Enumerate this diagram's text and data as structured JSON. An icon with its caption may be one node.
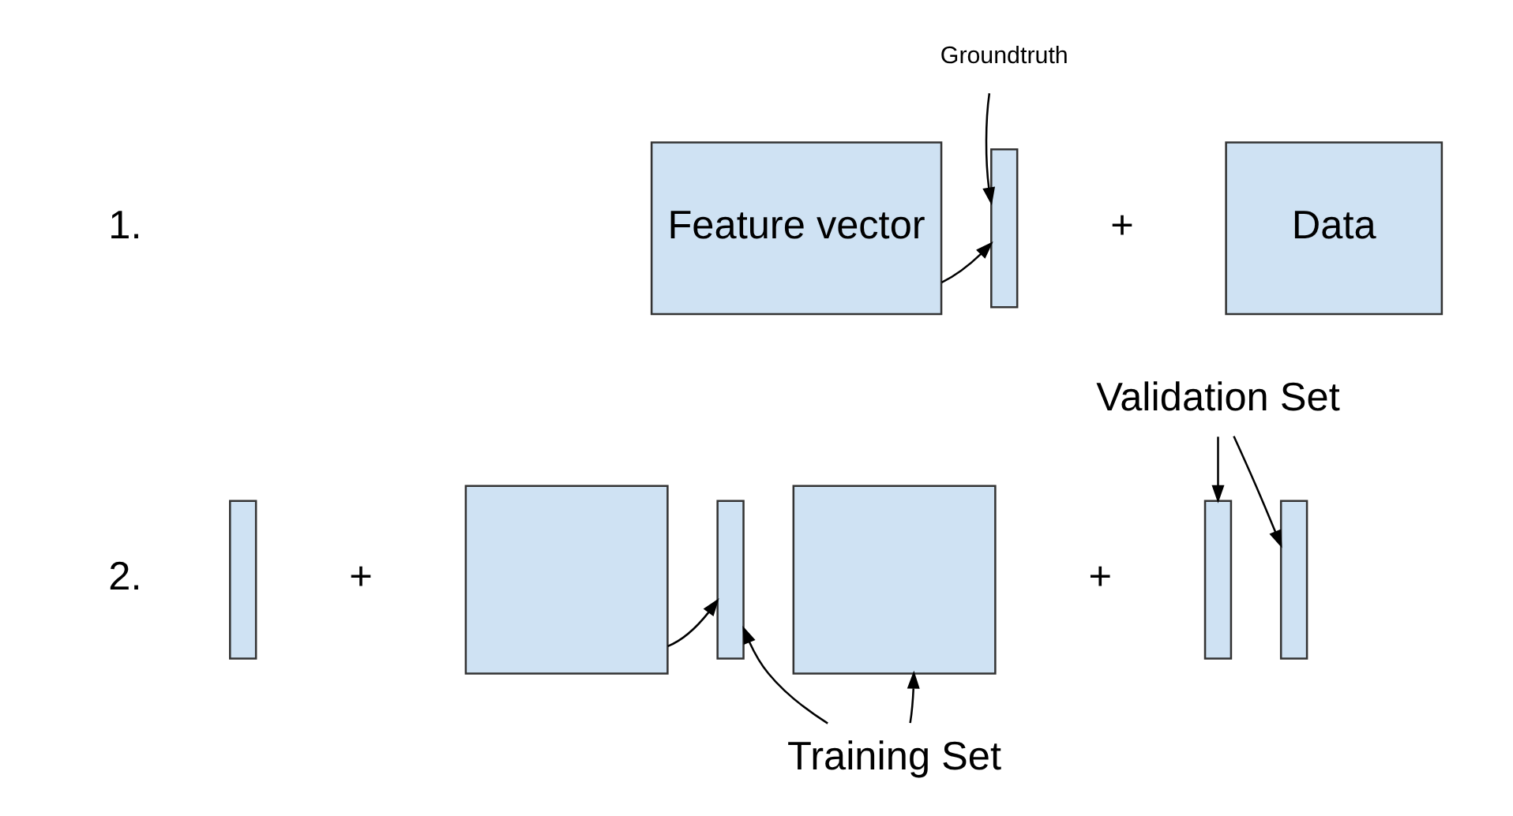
{
  "diagram": {
    "nodes": [
      {
        "text": [
          "Feature vector"
        ]
      },
      {
        "text": [],
        "shape": "bar"
      },
      {
        "text": [
          "Data"
        ]
      },
      {
        "text": [
          "Groundtruth"
        ]
      },
      {
        "text": [],
        "shape": "bar"
      },
      {
        "text": [],
        "shape": "box"
      },
      {
        "text": [],
        "shape": "bar"
      },
      {
        "text": [],
        "shape": "box"
      },
      {
        "text": [],
        "shape": "bar"
      },
      {
        "text": [],
        "shape": "bar"
      },
      {
        "text": [
          "Validation Set"
        ]
      },
      {
        "text": [
          "Training Set"
        ]
      }
    ],
    "edges": [
      {
        "from": 0,
        "to": 1,
        "arrow": "to"
      },
      {
        "from": 3,
        "to": 1,
        "arrow": "to"
      },
      {
        "from": 5,
        "to": 6,
        "arrow": "to"
      },
      {
        "from": 10,
        "to": 8,
        "arrow": "to"
      },
      {
        "from": 10,
        "to": 9,
        "arrow": "to"
      },
      {
        "from": 11,
        "to": 6,
        "arrow": "to"
      },
      {
        "from": 11,
        "to": 7,
        "arrow": "to"
      }
    ],
    "labels": [
      "1.",
      "+",
      "2.",
      "+",
      "+"
    ]
  }
}
